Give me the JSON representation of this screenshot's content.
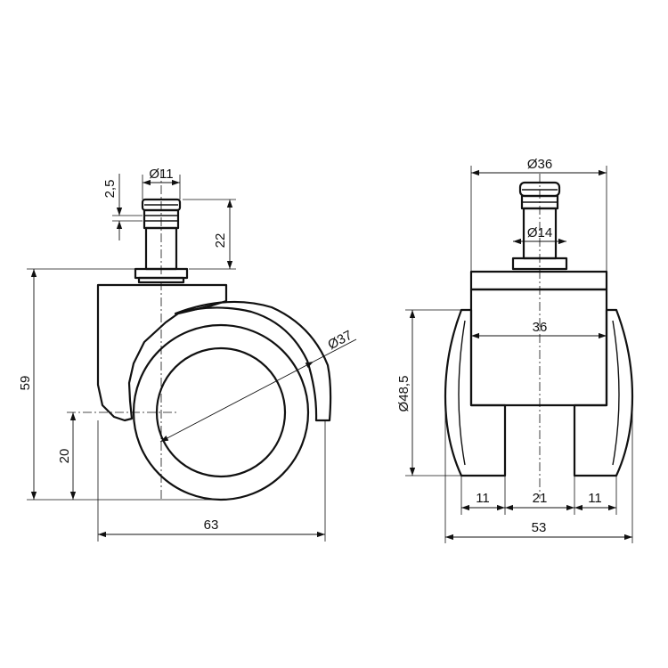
{
  "side_view": {
    "stem_diameter": "Ø11",
    "ring_height": "2,5",
    "stem_height": "22",
    "wheel_diameter": "Ø37",
    "overall_height": "59",
    "axle_height": "20",
    "overall_length": "63"
  },
  "front_view": {
    "collar_diameter": "Ø36",
    "stem_diameter": "Ø14",
    "housing_width": "36",
    "wheel_diameter": "Ø48,5",
    "wheel_width_left": "11",
    "gap_width": "21",
    "wheel_width_right": "11",
    "overall_width": "53"
  }
}
